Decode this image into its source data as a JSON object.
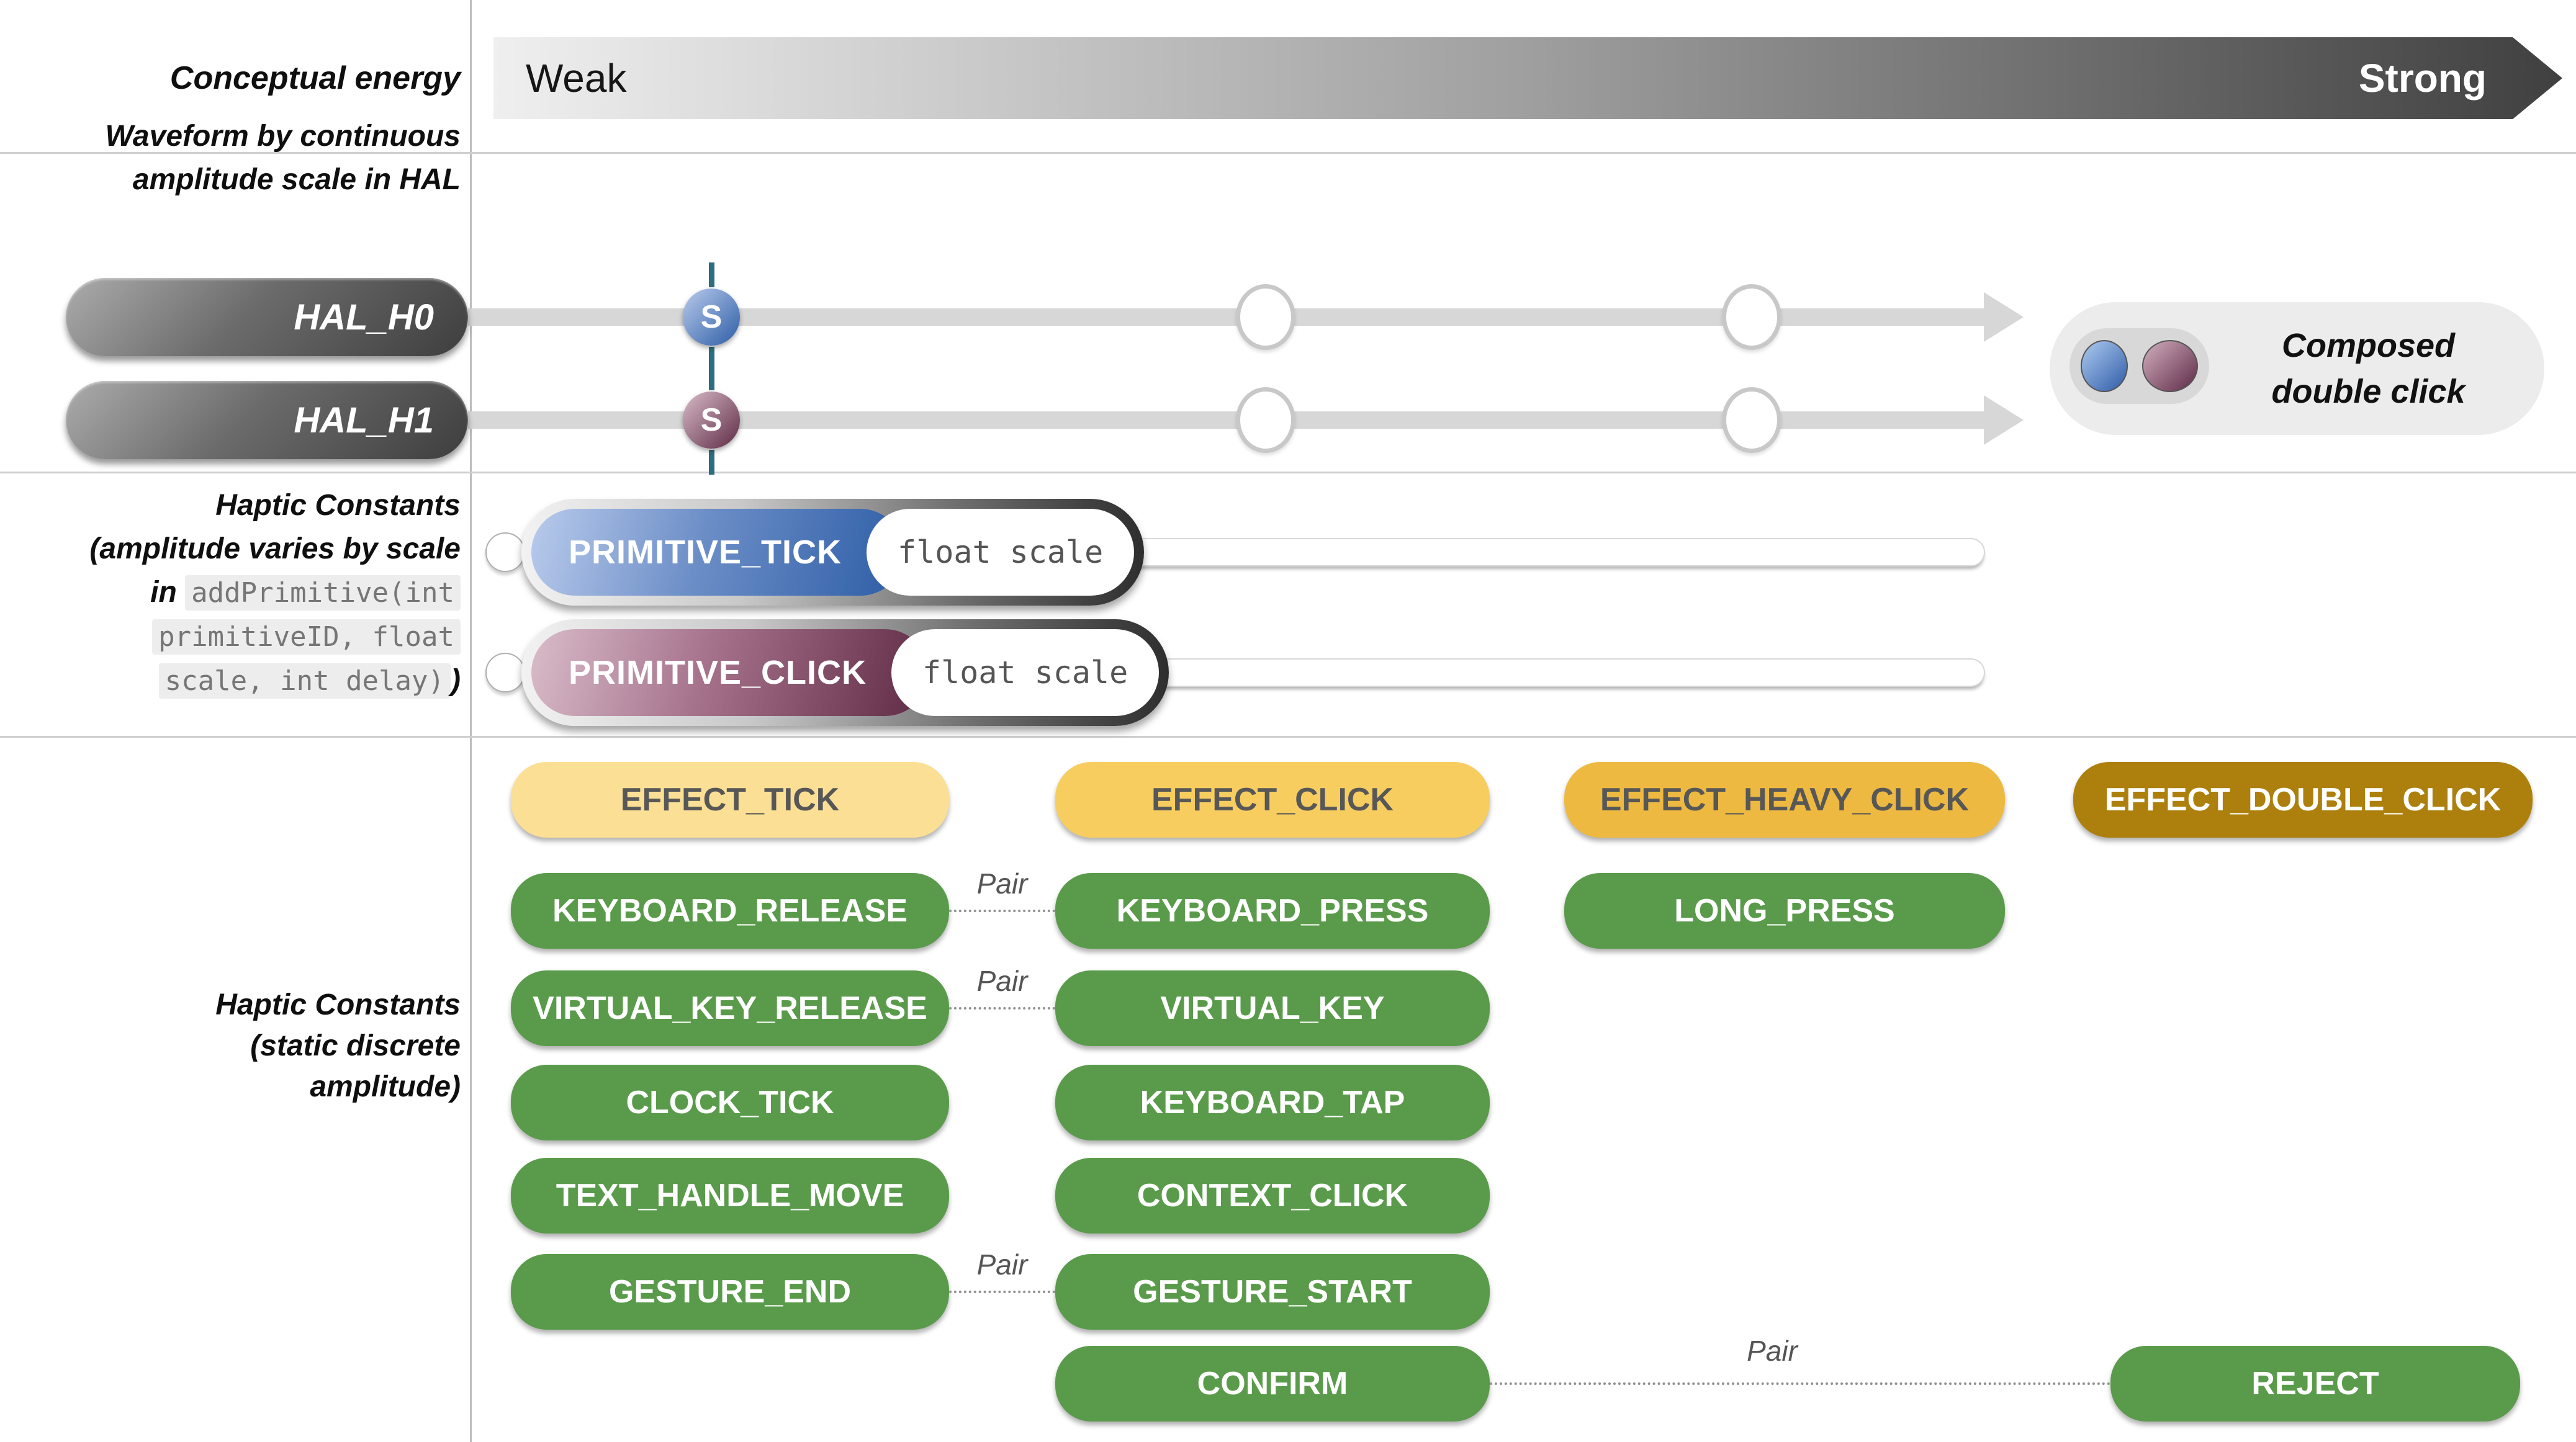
{
  "theme": {
    "green": "#5A9B4B",
    "yellow-light": "#FBDF94",
    "yellow": "#F8CD60",
    "amber": "#EEB940",
    "gold": "#AD800D",
    "pill-dark-text": "#575757",
    "blue-light": "#B9CBEC",
    "blue-dark": "#2D5DA6",
    "maroon-light": "#D9BCCA",
    "maroon-dark": "#5E2A44",
    "gray-track": "#D7D7D7",
    "tick-teal": "#2E6D7E"
  },
  "header": {
    "label": "Conceptual energy",
    "weak": "Weak",
    "strong": "Strong"
  },
  "hal": {
    "label_line1": "Waveform by continuous",
    "label_line2": "amplitude scale in HAL",
    "rows": [
      {
        "label": "HAL_H0",
        "handle": "S"
      },
      {
        "label": "HAL_H1",
        "handle": "S"
      }
    ],
    "composed_line1": "Composed",
    "composed_line2": "double click"
  },
  "primitives": {
    "label_line1": "Haptic Constants",
    "label_line2": "(amplitude varies by scale",
    "label_line3_prefix": "in ",
    "label_line3_code": "addPrimitive(int",
    "label_line4_code": "primitiveID, float",
    "label_line5_code": "scale, int delay)",
    "label_line5_suffix": ")",
    "sliders": [
      {
        "name": "PRIMITIVE_TICK",
        "param": "float scale"
      },
      {
        "name": "PRIMITIVE_CLICK",
        "param": "float scale"
      }
    ]
  },
  "constants": {
    "label_line1": "Haptic Constants",
    "label_line2": "(static discrete",
    "label_line3": "amplitude)",
    "pair_label": "Pair",
    "pills": [
      {
        "label": "EFFECT_TICK"
      },
      {
        "label": "EFFECT_CLICK"
      },
      {
        "label": "EFFECT_HEAVY_CLICK"
      },
      {
        "label": "EFFECT_DOUBLE_CLICK"
      },
      {
        "label": "KEYBOARD_RELEASE"
      },
      {
        "label": "KEYBOARD_PRESS"
      },
      {
        "label": "LONG_PRESS"
      },
      {
        "label": "VIRTUAL_KEY_RELEASE"
      },
      {
        "label": "VIRTUAL_KEY"
      },
      {
        "label": "CLOCK_TICK"
      },
      {
        "label": "KEYBOARD_TAP"
      },
      {
        "label": "TEXT_HANDLE_MOVE"
      },
      {
        "label": "CONTEXT_CLICK"
      },
      {
        "label": "GESTURE_END"
      },
      {
        "label": "GESTURE_START"
      },
      {
        "label": "CONFIRM"
      },
      {
        "label": "REJECT"
      }
    ]
  }
}
